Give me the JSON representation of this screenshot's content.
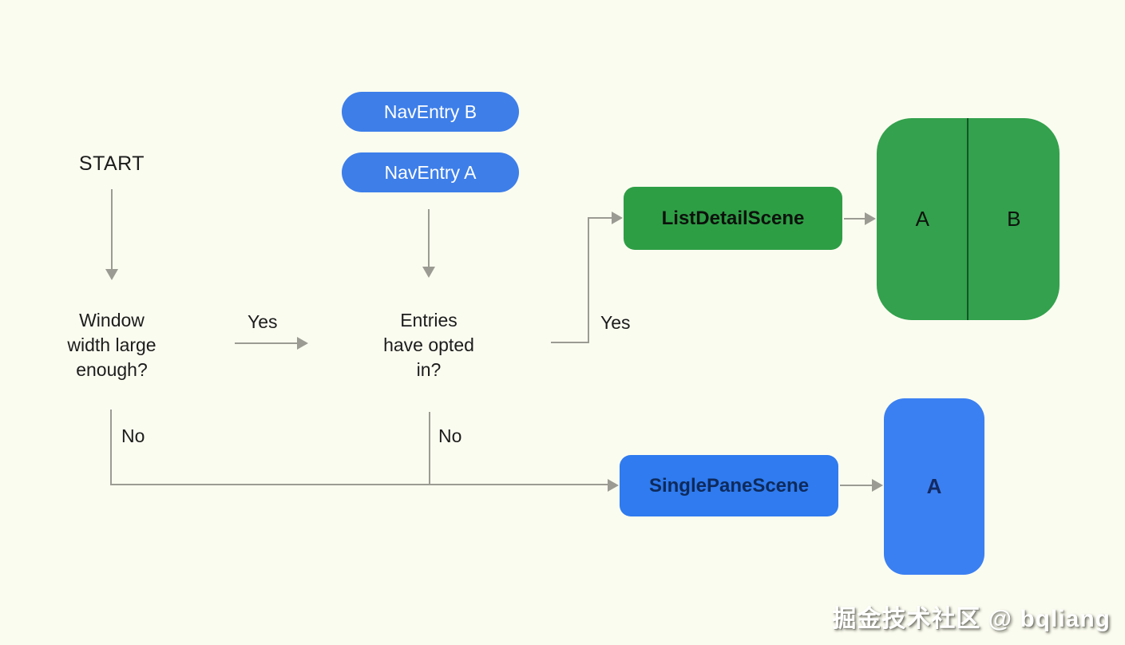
{
  "diagram": {
    "background_color": "#FBFCF0",
    "colors": {
      "pill_blue": "#3D7EE9",
      "scene_green": "#2E9E45",
      "pane_green": "#33A14D",
      "scene_blue": "#2F7BEF",
      "pane_blue": "#3B80F2",
      "connector_gray": "#9b9b93"
    },
    "start_label": "START",
    "decision_window": {
      "lines": [
        "Window",
        "width large",
        "enough?"
      ]
    },
    "decision_entries": {
      "lines": [
        "Entries",
        "have opted",
        "in?"
      ]
    },
    "edge_labels": {
      "yes_window": "Yes",
      "yes_entries": "Yes",
      "no_window": "No",
      "no_entries": "No"
    },
    "nav_entries": [
      {
        "label": "NavEntry B"
      },
      {
        "label": "NavEntry A"
      }
    ],
    "scenes": {
      "list_detail": "ListDetailScene",
      "single_pane": "SinglePaneScene"
    },
    "panes": {
      "list_detail_left": "A",
      "list_detail_right": "B",
      "single_pane": "A"
    }
  },
  "watermark": "掘金技术社区 @ bqliang"
}
